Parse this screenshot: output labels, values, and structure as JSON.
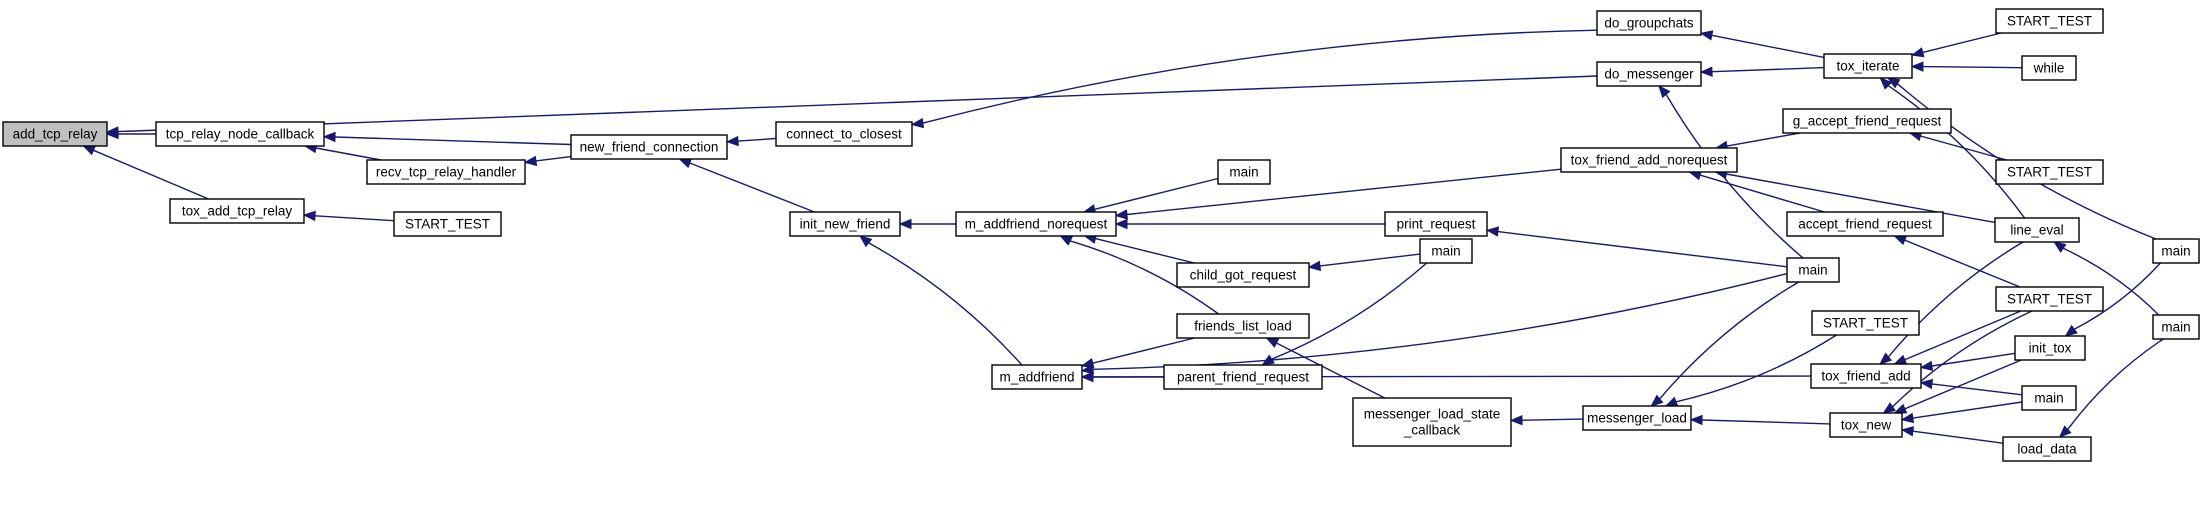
{
  "nodes": [
    {
      "id": "add_tcp_relay",
      "lines": [
        "add_tcp_relay"
      ],
      "root": true
    },
    {
      "id": "tcp_relay_node_callback",
      "lines": [
        "tcp_relay_node_callback"
      ]
    },
    {
      "id": "tox_add_tcp_relay",
      "lines": [
        "tox_add_tcp_relay"
      ]
    },
    {
      "id": "recv_tcp_relay_handler",
      "lines": [
        "recv_tcp_relay_handler"
      ]
    },
    {
      "id": "start_test_1",
      "lines": [
        "START_TEST"
      ]
    },
    {
      "id": "new_friend_connection",
      "lines": [
        "new_friend_connection"
      ]
    },
    {
      "id": "connect_to_closest",
      "lines": [
        "connect_to_closest"
      ]
    },
    {
      "id": "init_new_friend",
      "lines": [
        "init_new_friend"
      ]
    },
    {
      "id": "do_groupchats",
      "lines": [
        "do_groupchats"
      ]
    },
    {
      "id": "do_messenger",
      "lines": [
        "do_messenger"
      ]
    },
    {
      "id": "m_addfriend_norequest",
      "lines": [
        "m_addfriend_norequest"
      ]
    },
    {
      "id": "m_addfriend",
      "lines": [
        "m_addfriend"
      ]
    },
    {
      "id": "main_1",
      "lines": [
        "main"
      ]
    },
    {
      "id": "child_got_request",
      "lines": [
        "child_got_request"
      ]
    },
    {
      "id": "friends_list_load",
      "lines": [
        "friends_list_load"
      ]
    },
    {
      "id": "parent_friend_request",
      "lines": [
        "parent_friend_request"
      ]
    },
    {
      "id": "main_2",
      "lines": [
        "main"
      ]
    },
    {
      "id": "print_request",
      "lines": [
        "print_request"
      ]
    },
    {
      "id": "messenger_load_state_callback",
      "lines": [
        "messenger_load_state",
        "_callback"
      ]
    },
    {
      "id": "tox_friend_add_norequest",
      "lines": [
        "tox_friend_add_norequest"
      ]
    },
    {
      "id": "messenger_load",
      "lines": [
        "messenger_load"
      ]
    },
    {
      "id": "main_3",
      "lines": [
        "main"
      ]
    },
    {
      "id": "tox_iterate",
      "lines": [
        "tox_iterate"
      ]
    },
    {
      "id": "g_accept_friend_request",
      "lines": [
        "g_accept_friend_request"
      ]
    },
    {
      "id": "accept_friend_request",
      "lines": [
        "accept_friend_request"
      ]
    },
    {
      "id": "start_test_2",
      "lines": [
        "START_TEST"
      ]
    },
    {
      "id": "tox_friend_add",
      "lines": [
        "tox_friend_add"
      ]
    },
    {
      "id": "tox_new",
      "lines": [
        "tox_new"
      ]
    },
    {
      "id": "start_test_3",
      "lines": [
        "START_TEST"
      ]
    },
    {
      "id": "while",
      "lines": [
        "while"
      ]
    },
    {
      "id": "start_test_4",
      "lines": [
        "START_TEST"
      ]
    },
    {
      "id": "line_eval",
      "lines": [
        "line_eval"
      ]
    },
    {
      "id": "start_test_5",
      "lines": [
        "START_TEST"
      ]
    },
    {
      "id": "init_tox",
      "lines": [
        "init_tox"
      ]
    },
    {
      "id": "main_4",
      "lines": [
        "main"
      ]
    },
    {
      "id": "load_data",
      "lines": [
        "load_data"
      ]
    },
    {
      "id": "main_5",
      "lines": [
        "main"
      ]
    },
    {
      "id": "main_6",
      "lines": [
        "main"
      ]
    }
  ],
  "edges": [
    [
      "tcp_relay_node_callback",
      "add_tcp_relay"
    ],
    [
      "tox_add_tcp_relay",
      "add_tcp_relay"
    ],
    [
      "do_messenger",
      "add_tcp_relay"
    ],
    [
      "new_friend_connection",
      "tcp_relay_node_callback"
    ],
    [
      "recv_tcp_relay_handler",
      "tcp_relay_node_callback"
    ],
    [
      "start_test_1",
      "tox_add_tcp_relay"
    ],
    [
      "new_friend_connection",
      "recv_tcp_relay_handler"
    ],
    [
      "connect_to_closest",
      "new_friend_connection"
    ],
    [
      "init_new_friend",
      "new_friend_connection"
    ],
    [
      "do_groupchats",
      "connect_to_closest"
    ],
    [
      "m_addfriend_norequest",
      "init_new_friend"
    ],
    [
      "m_addfriend",
      "init_new_friend"
    ],
    [
      "tox_iterate",
      "do_groupchats"
    ],
    [
      "tox_iterate",
      "do_messenger"
    ],
    [
      "main_3",
      "do_messenger"
    ],
    [
      "main_1",
      "m_addfriend_norequest"
    ],
    [
      "child_got_request",
      "m_addfriend_norequest"
    ],
    [
      "friends_list_load",
      "m_addfriend_norequest"
    ],
    [
      "print_request",
      "m_addfriend_norequest"
    ],
    [
      "tox_friend_add_norequest",
      "m_addfriend_norequest"
    ],
    [
      "friends_list_load",
      "m_addfriend"
    ],
    [
      "parent_friend_request",
      "m_addfriend"
    ],
    [
      "main_3",
      "m_addfriend"
    ],
    [
      "tox_friend_add",
      "m_addfriend"
    ],
    [
      "main_2",
      "child_got_request"
    ],
    [
      "messenger_load_state_callback",
      "friends_list_load"
    ],
    [
      "main_2",
      "parent_friend_request"
    ],
    [
      "main_3",
      "print_request"
    ],
    [
      "messenger_load",
      "messenger_load_state_callback"
    ],
    [
      "g_accept_friend_request",
      "tox_friend_add_norequest"
    ],
    [
      "accept_friend_request",
      "tox_friend_add_norequest"
    ],
    [
      "line_eval",
      "tox_friend_add_norequest"
    ],
    [
      "start_test_2",
      "messenger_load"
    ],
    [
      "main_3",
      "messenger_load"
    ],
    [
      "tox_new",
      "messenger_load"
    ],
    [
      "start_test_3",
      "tox_iterate"
    ],
    [
      "while",
      "tox_iterate"
    ],
    [
      "line_eval",
      "tox_iterate"
    ],
    [
      "main_6",
      "tox_iterate"
    ],
    [
      "start_test_4",
      "g_accept_friend_request"
    ],
    [
      "start_test_5",
      "accept_friend_request"
    ],
    [
      "line_eval",
      "tox_friend_add"
    ],
    [
      "start_test_5",
      "tox_friend_add"
    ],
    [
      "init_tox",
      "tox_friend_add"
    ],
    [
      "main_4",
      "tox_friend_add"
    ],
    [
      "start_test_5",
      "tox_new"
    ],
    [
      "init_tox",
      "tox_new"
    ],
    [
      "main_4",
      "tox_new"
    ],
    [
      "load_data",
      "tox_new"
    ],
    [
      "main_5",
      "line_eval"
    ],
    [
      "main_6",
      "init_tox"
    ],
    [
      "main_5",
      "load_data"
    ]
  ]
}
